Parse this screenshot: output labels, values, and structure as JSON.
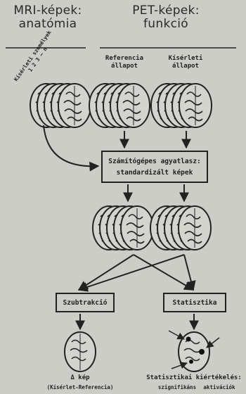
{
  "headers": {
    "mri": "MRI-képek:",
    "mri_sub": "anatómia",
    "pet": "PET-képek:",
    "pet_sub": "funkció"
  },
  "pet_columns": {
    "reference": [
      "Referencia",
      "állapot"
    ],
    "experimental": [
      "Kísérleti",
      "állapot"
    ]
  },
  "mri_stack_label": [
    "Kísérleti személyek",
    "1 2 3 — n"
  ],
  "atlas_box": [
    "Számítógépes agyatlasz:",
    "standardizált képek"
  ],
  "operations": {
    "subtraction": "Szubtrakció",
    "statistics": "Statisztika"
  },
  "results": {
    "delta_label": "Δ kép",
    "delta_sub": "(Kísérlet-Referencia)",
    "stat_label": "Statisztikai kiértékelés:",
    "stat_sub_1": "szignifikáns",
    "stat_sub_2": "aktivációk"
  }
}
